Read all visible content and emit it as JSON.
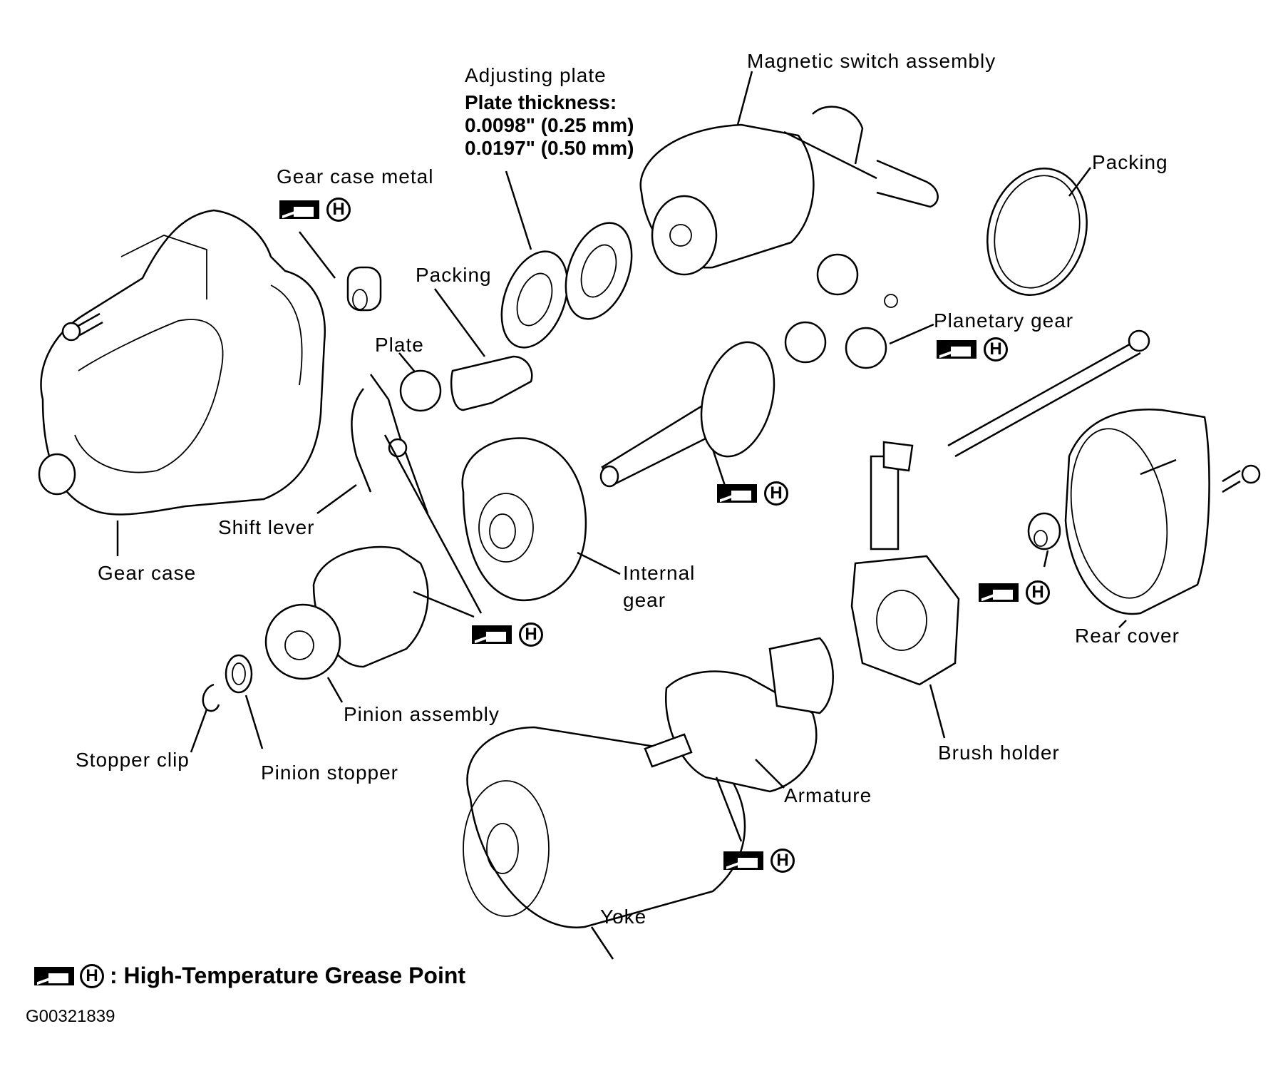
{
  "diagram": {
    "title": "Starter motor exploded view",
    "labels": {
      "adjusting_plate": "Adjusting plate",
      "plate_thickness_title": "Plate thickness:",
      "plate_thickness_1": "0.0098\" (0.25 mm)",
      "plate_thickness_2": "0.0197\" (0.50 mm)",
      "magnetic_switch": "Magnetic switch assembly",
      "packing_top": "Packing",
      "gear_case_metal": "Gear case metal",
      "packing_mid": "Packing",
      "plate": "Plate",
      "planetary_gear": "Planetary gear",
      "gear_case": "Gear case",
      "shift_lever": "Shift lever",
      "internal_gear_1": "Internal",
      "internal_gear_2": "gear",
      "pinion_assembly": "Pinion assembly",
      "stopper_clip": "Stopper clip",
      "pinion_stopper": "Pinion stopper",
      "rear_cover": "Rear cover",
      "brush_holder": "Brush holder",
      "armature": "Armature",
      "yoke": "Yoke"
    },
    "grease_symbol": {
      "letter": "H",
      "icon": "grease-gun-icon"
    },
    "legend": {
      "text": ": High-Temperature Grease Point"
    },
    "figure_code": "G00321839"
  }
}
